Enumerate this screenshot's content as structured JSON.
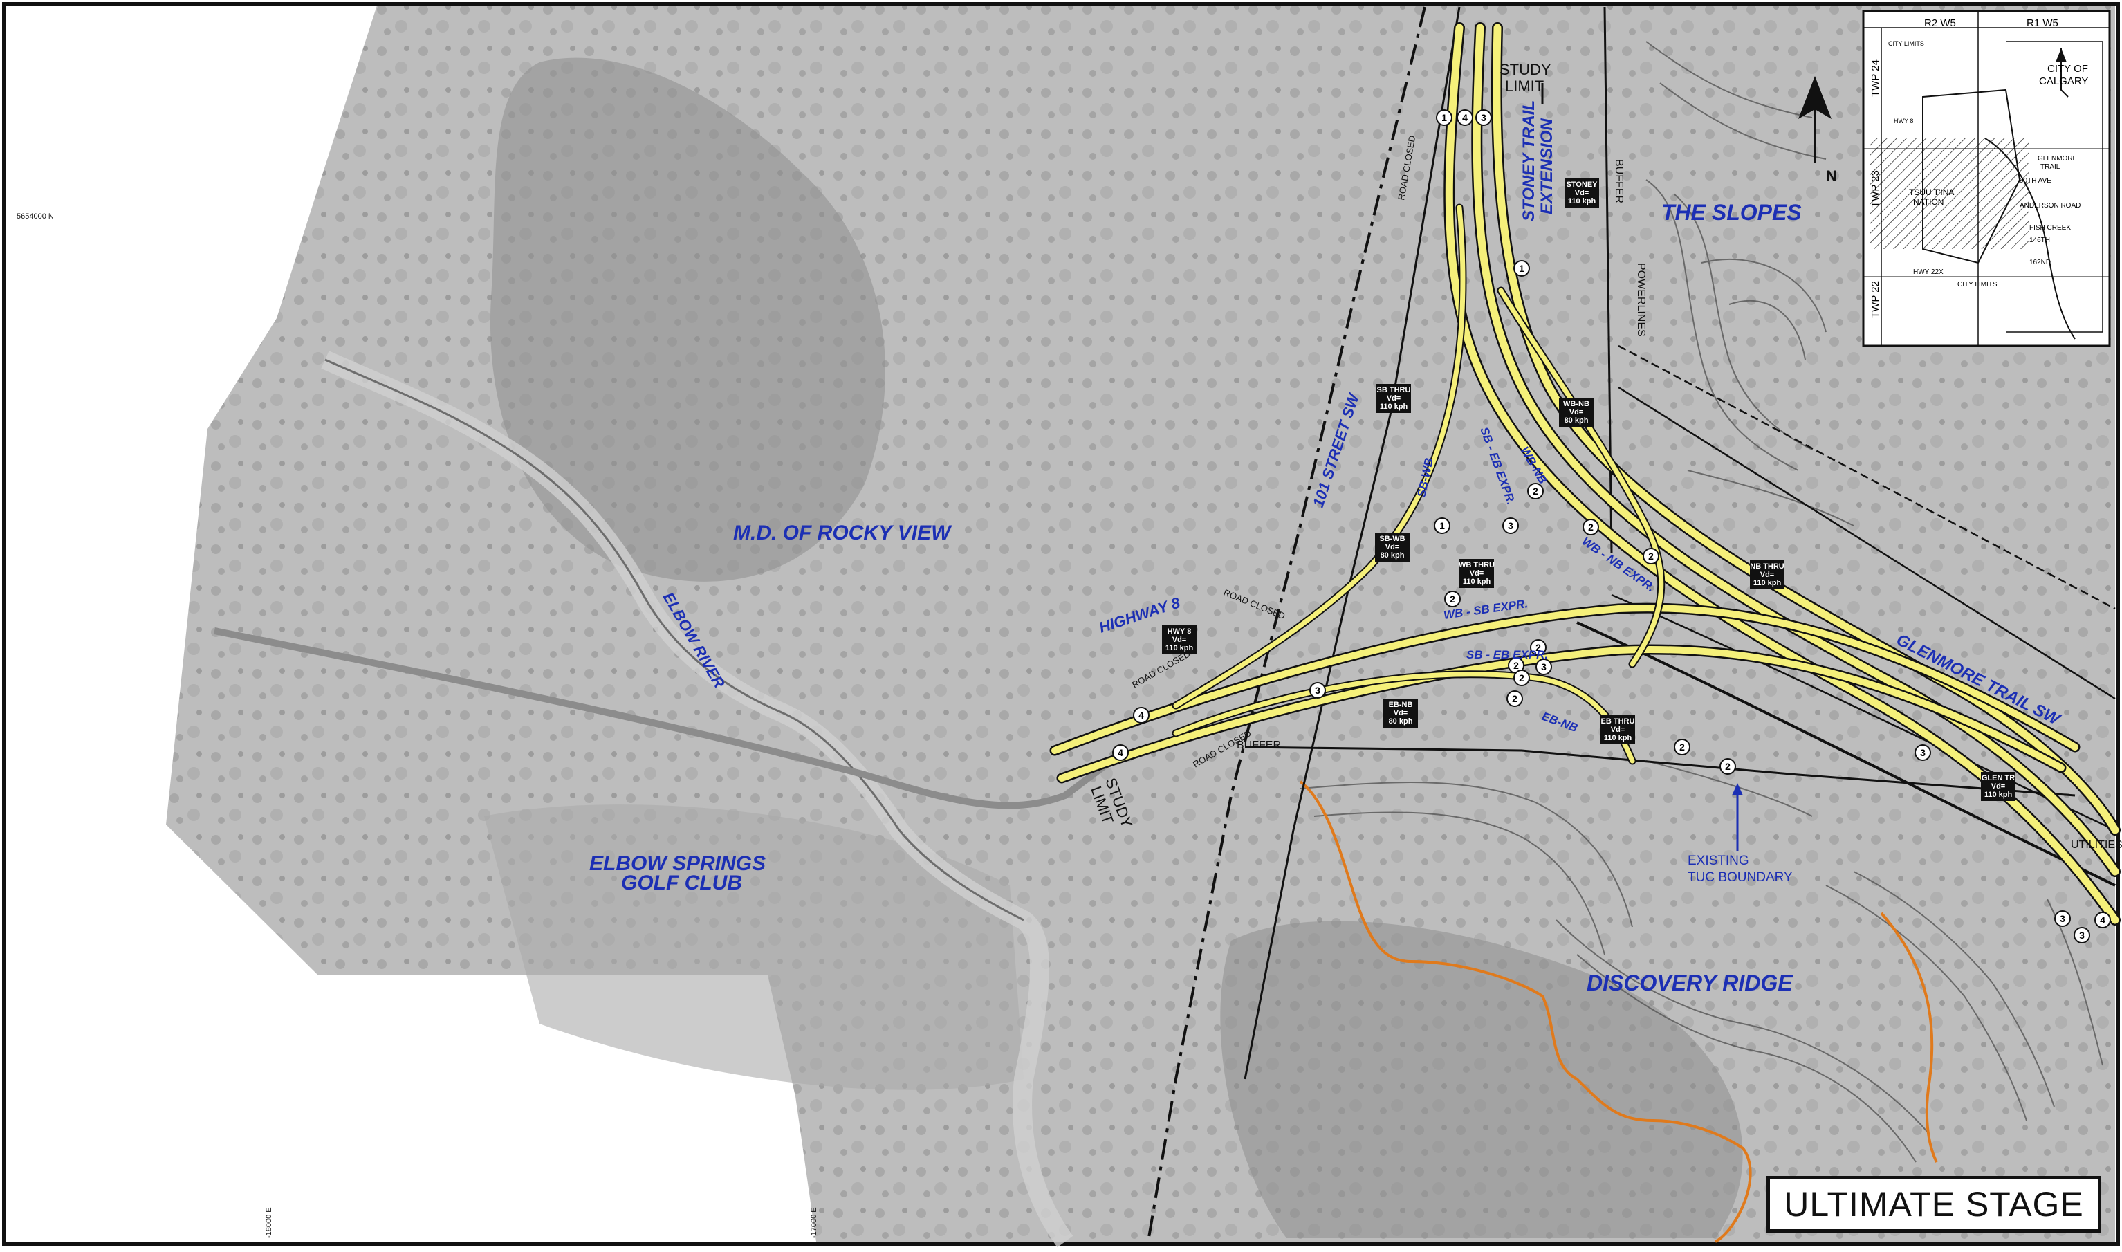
{
  "title_block": {
    "stage": "ULTIMATE STAGE"
  },
  "areas": {
    "md_rocky_view": "M.D. OF ROCKY VIEW",
    "elbow_springs": [
      "ELBOW SPRINGS",
      "GOLF CLUB"
    ],
    "elbow_river": "ELBOW RIVER",
    "the_slopes": "THE SLOPES",
    "discovery_ridge": "DISCOVERY RIDGE",
    "glenmore_trail": "GLENMORE TRAIL SW",
    "street_101": "101 STREET SW",
    "highway_8": "HIGHWAY 8",
    "stoney_ext": [
      "STONEY TRAIL",
      "EXTENSION"
    ]
  },
  "annotations": {
    "study_limit": [
      "STUDY",
      "LIMIT"
    ],
    "existing_tuc": [
      "EXISTING",
      "TUC BOUNDARY"
    ],
    "buffer": "BUFFER",
    "road_closed": "ROAD CLOSED",
    "powerlines": "POWERLINES",
    "utilities": "UTILITIES",
    "north": "N",
    "northing": "5654000 N",
    "easting_1": "-18000 E",
    "easting_2": "-17000 E"
  },
  "ramps": {
    "sb_wb": "SB-WB",
    "sb_eb_expr": "SB - EB EXPR.",
    "wb_nb": "WB-NB",
    "wb_nb_expr": "WB - NB EXPR.",
    "wb_sb_expr": "WB - SB EXPR.",
    "sb_eb_expr2": "SB - EB EXPR.",
    "eb_nb": "EB-NB"
  },
  "speed_signs": [
    {
      "l1": "STONEY",
      "l2": "Vd=",
      "l3": "110 kph"
    },
    {
      "l1": "SB THRU",
      "l2": "Vd=",
      "l3": "110 kph"
    },
    {
      "l1": "WB-NB",
      "l2": "Vd=",
      "l3": "80 kph"
    },
    {
      "l1": "SB-WB",
      "l2": "Vd=",
      "l3": "80 kph"
    },
    {
      "l1": "WB THRU",
      "l2": "Vd=",
      "l3": "110 kph"
    },
    {
      "l1": "HWY 8",
      "l2": "Vd=",
      "l3": "110 kph"
    },
    {
      "l1": "NB THRU",
      "l2": "Vd=",
      "l3": "110 kph"
    },
    {
      "l1": "EB-NB",
      "l2": "Vd=",
      "l3": "80 kph"
    },
    {
      "l1": "EB THRU",
      "l2": "Vd=",
      "l3": "110 kph"
    },
    {
      "l1": "GLEN TR",
      "l2": "Vd=",
      "l3": "110 kph"
    }
  ],
  "stage_markers": [
    "1",
    "2",
    "3",
    "4"
  ],
  "key_map": {
    "ranges": [
      "R2 W5",
      "R1 W5"
    ],
    "townships": [
      "TWP 24",
      "TWP 23",
      "TWP 22"
    ],
    "city": [
      "CITY OF",
      "CALGARY"
    ],
    "roads": [
      "GLENMORE",
      "TRAIL",
      "90TH AVE",
      "ANDERSON ROAD",
      "FISH CREEK",
      "146TH",
      "162ND",
      "HWY 22X",
      "CITY LIMITS",
      "TSUU T'INA",
      "NATION",
      "HWY 8",
      "CITY LIMITS"
    ]
  },
  "colors": {
    "roadway": "#f5f07a",
    "route_orange": "#e07a1c",
    "label_blue": "#1c2fb4"
  }
}
